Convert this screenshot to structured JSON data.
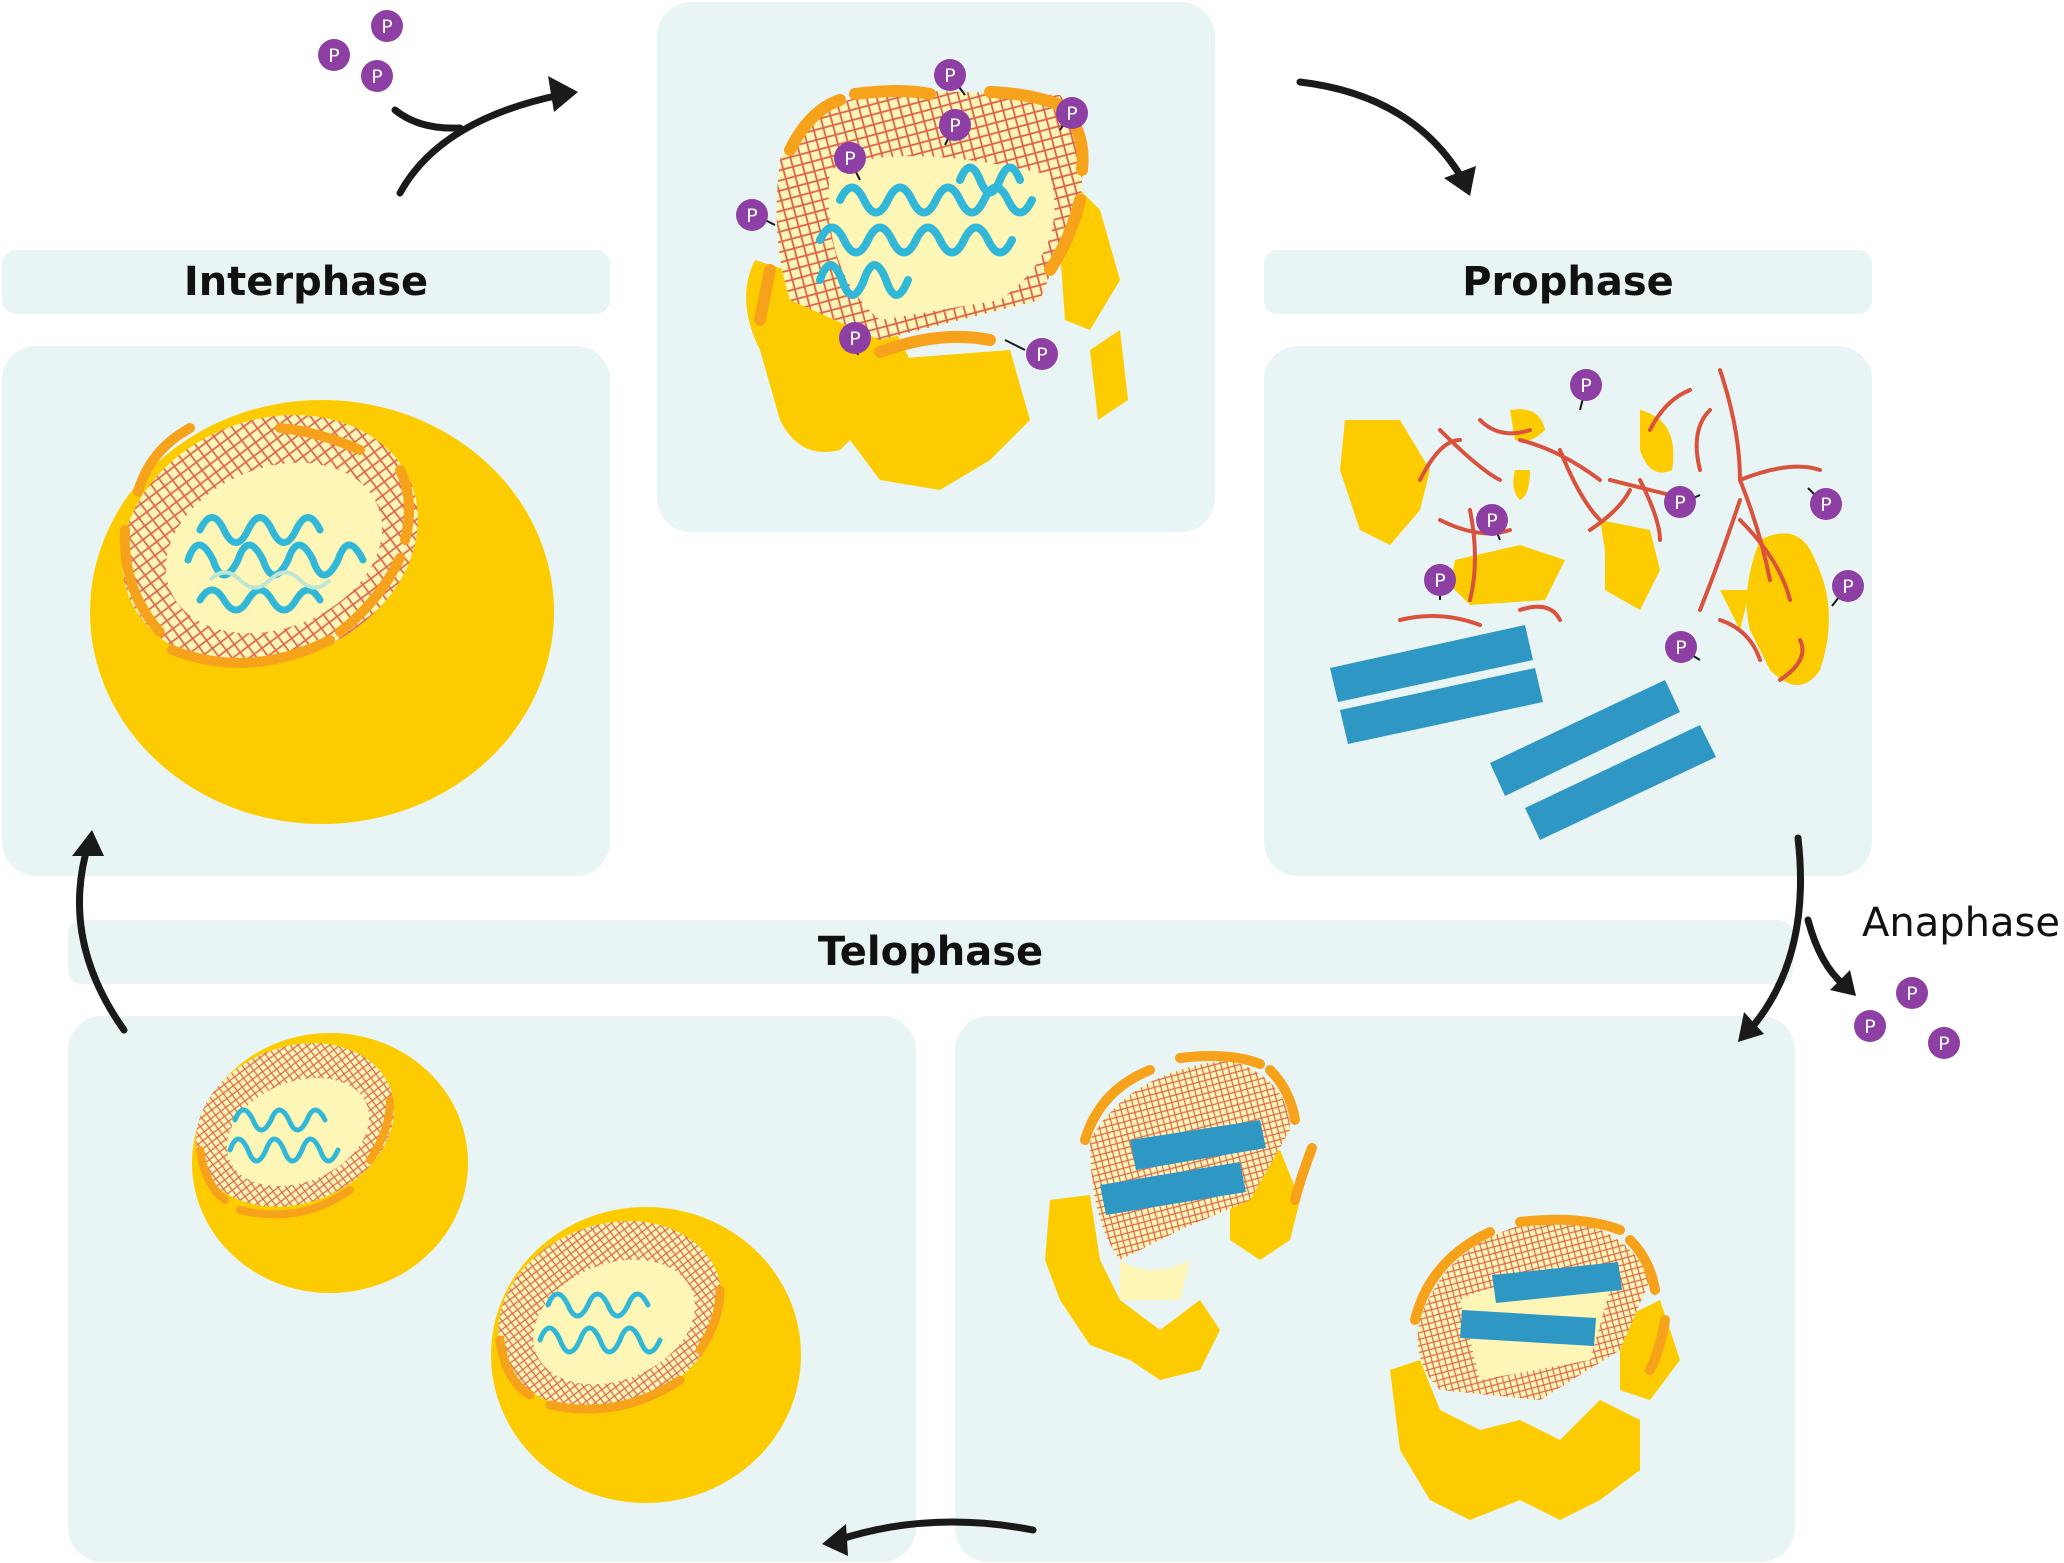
{
  "stages": {
    "interphase": "Interphase",
    "prophase": "Prophase",
    "telophase": "Telophase",
    "anaphase": "Anaphase"
  },
  "phosphate_symbol": "P",
  "colors": {
    "panel_background": "#e9f4f4",
    "cytoplasm": "#fccc00",
    "nuclear_envelope": "#f7a21b",
    "nucleoplasm": "#fdf6b6",
    "nuclear_lamina": "#d9523e",
    "chromatin": "#31b7d8",
    "chromosome": "#2e97c3",
    "phosphate": "#8e3fa3",
    "arrow": "#1a1a1a"
  },
  "icons": [
    "phosphate-icon",
    "cycle-arrow-icon"
  ]
}
